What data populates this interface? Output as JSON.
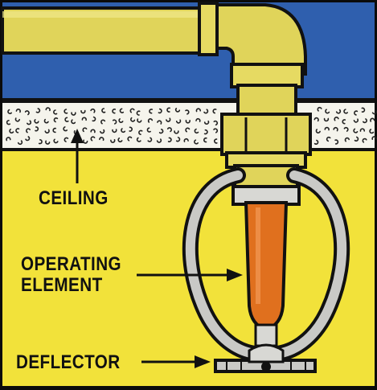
{
  "labels": {
    "ceiling": "CEILING",
    "operating_line1": "OPERATING",
    "operating_line2": "ELEMENT",
    "deflector": "DEFLECTOR"
  },
  "colors": {
    "sky": "#2f5fae",
    "wall": "#f2e23a",
    "pipe": "#e0d45a",
    "ceiling": "#f5f4ec",
    "operating_element": "#e0701e",
    "frame": "#c9c9c6"
  }
}
